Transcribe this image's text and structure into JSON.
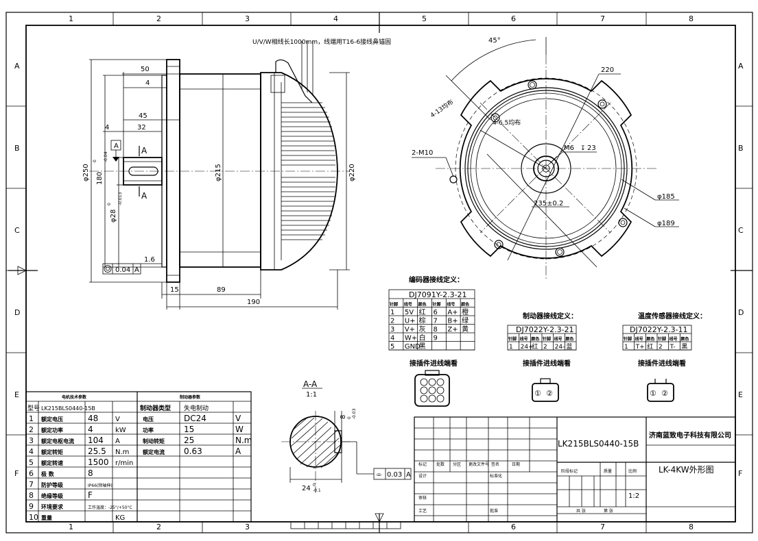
{
  "grid": {
    "columns": [
      "1",
      "2",
      "3",
      "4",
      "5",
      "6",
      "7",
      "8"
    ],
    "rows": [
      "A",
      "B",
      "C",
      "D",
      "E",
      "F"
    ]
  },
  "notes": {
    "lead_wire": "U/V/W相线长1000mm，线端用T16-6接线鼻锚固"
  },
  "side_view": {
    "dims": {
      "d50": "50",
      "d4_top": "4",
      "d45": "45",
      "d32": "32",
      "d4_left": "4",
      "phi250": "φ250",
      "spigot": "180",
      "spigot_tol_top": "0",
      "spigot_tol_bot": "-0.04",
      "shaft": "φ28",
      "shaft_tol_top": "0",
      "shaft_tol_bot": "-0.013",
      "phi215": "φ215",
      "phi220": "φ220",
      "d1_6": "1.6",
      "d15": "15",
      "d89": "89",
      "d190": "190"
    },
    "datum": "A",
    "section_label": "A",
    "runout": {
      "value": "0.04",
      "datum": "A"
    }
  },
  "front_view": {
    "angle": "45°",
    "bolt_holes_outer": "4-13均布",
    "bolt_holes_inner": "4-6.5均布",
    "thread_side": "2-M10",
    "thread_center": "M6",
    "thread_depth": "23",
    "phi_outer": "220",
    "pcd": "235±0.2",
    "phi185": "φ185",
    "phi189": "φ189"
  },
  "section_aa": {
    "title": "A-A",
    "scale": "1:1",
    "key_width": "8",
    "key_tol_top": "0",
    "key_tol_bot": "-0.03",
    "key_depth": "24",
    "depth_tol_top": "0",
    "depth_tol_bot": "-0.1",
    "symmetry": {
      "symbol": "⌯",
      "value": "0.03",
      "datum": "A"
    }
  },
  "encoder": {
    "title": "编码器接线定义：",
    "model": "DJ7091Y-2.3-21",
    "headers": [
      "针脚",
      "线号",
      "颜色",
      "针脚",
      "线号",
      "颜色"
    ],
    "rows": [
      [
        "1",
        "5V",
        "红",
        "6",
        "A+",
        "橙"
      ],
      [
        "2",
        "U+",
        "棕",
        "7",
        "B+",
        "绿"
      ],
      [
        "3",
        "V+",
        "灰",
        "8",
        "Z+",
        "黄"
      ],
      [
        "4",
        "W+",
        "白",
        "9",
        "",
        ""
      ],
      [
        "5",
        "GND",
        "黑",
        "",
        "",
        ""
      ]
    ],
    "view_label": "接插件进线端看"
  },
  "brake": {
    "title": "制动器接线定义：",
    "model": "DJ7022Y-2.3-21",
    "headers": [
      "针脚",
      "线号",
      "颜色",
      "针脚",
      "线号",
      "颜色"
    ],
    "rows": [
      [
        "1",
        "24+",
        "红",
        "2",
        "24-",
        "蓝"
      ]
    ],
    "view_label": "接插件进线端看",
    "pins": [
      "①",
      "②"
    ]
  },
  "temp": {
    "title": "温度传感器接线定义：",
    "model": "DJ7022Y-2.3-11",
    "headers": [
      "针脚",
      "线号",
      "颜色",
      "针脚",
      "线号",
      "颜色"
    ],
    "rows": [
      [
        "1",
        "T+",
        "红",
        "2",
        "T-",
        "黑"
      ]
    ],
    "view_label": "接插件进线端看",
    "pins": [
      "①",
      "②"
    ]
  },
  "params": {
    "motor_header": "电机技术参数",
    "brake_header": "制动器参数",
    "rows": [
      [
        "型号",
        "LK215BLS0440-15B",
        "",
        "制动器类型",
        "失电制动",
        ""
      ],
      [
        "1",
        "额定电压",
        "48",
        "V",
        "电压",
        "DC24",
        "V"
      ],
      [
        "2",
        "额定功率",
        "4",
        "kW",
        "功率",
        "15",
        "W"
      ],
      [
        "3",
        "额定电枢电流",
        "104",
        "A",
        "制动转矩",
        "25",
        "N.m"
      ],
      [
        "4",
        "额定转矩",
        "25.5",
        "N.m",
        "额定电流",
        "0.63",
        "A"
      ],
      [
        "5",
        "额定转速",
        "1500",
        "r/min",
        "",
        "",
        ""
      ],
      [
        "6",
        "极 数",
        "8",
        "",
        "",
        "",
        ""
      ],
      [
        "7",
        "防护等级",
        "IP66(除轴伸)",
        "",
        "",
        "",
        ""
      ],
      [
        "8",
        "绝缘等级",
        "F",
        "",
        "",
        "",
        ""
      ],
      [
        "9",
        "环境要求",
        "工作温度：-25°/+50°C",
        "",
        "",
        "",
        ""
      ],
      [
        "10",
        "重量",
        "",
        "KG",
        "",
        "",
        ""
      ]
    ]
  },
  "titleblock": {
    "model": "LK215BLS0440-15B",
    "company": "济南蓝致电子科技有限公司",
    "drawing_name": "LK-4KW外形图",
    "scale": "1:2",
    "labels": {
      "mark": "标记",
      "count": "处数",
      "zone": "分区",
      "change_doc": "更改文件号",
      "sign": "签名",
      "date": "日期",
      "design": "设计",
      "standardize": "标准化",
      "stage": "阶段标记",
      "weight": "质量",
      "scale_lbl": "比例",
      "check": "审核",
      "process": "工艺",
      "approve": "批准",
      "total": "共 张",
      "sheet": "第 张"
    }
  }
}
